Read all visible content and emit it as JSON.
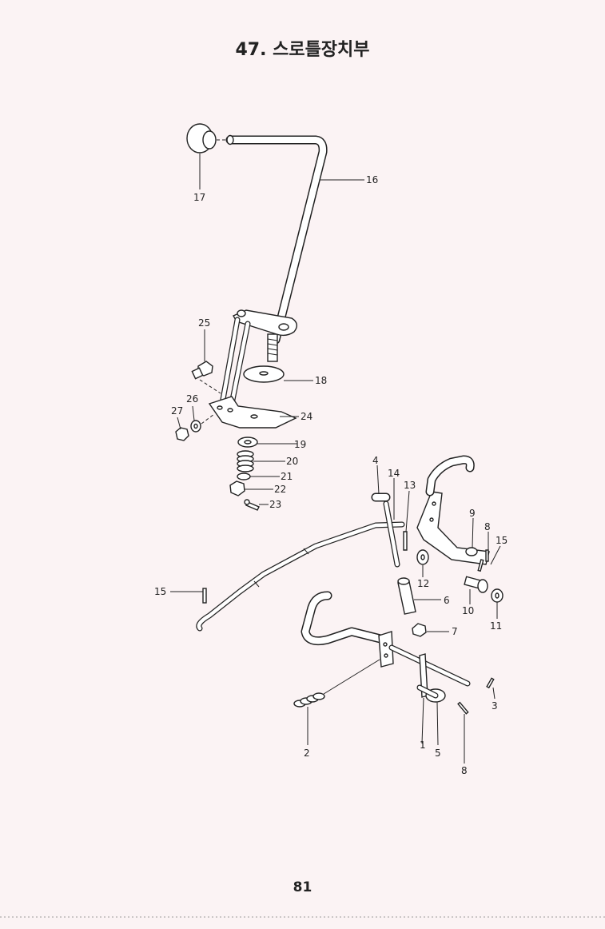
{
  "title": "47. 스로틀장치부",
  "page_number": "81",
  "callouts": {
    "c1": "1",
    "c2": "2",
    "c3": "3",
    "c4": "4",
    "c5": "5",
    "c6": "6",
    "c7": "7",
    "c8a": "8",
    "c8b": "8",
    "c9": "9",
    "c10": "10",
    "c11": "11",
    "c12": "12",
    "c13": "13",
    "c14": "14",
    "c15a": "15",
    "c15b": "15",
    "c16": "16",
    "c17": "17",
    "c18": "18",
    "c19": "19",
    "c20": "20",
    "c21": "21",
    "c22": "22",
    "c23": "23",
    "c24": "24",
    "c25": "25",
    "c26": "26",
    "c27": "27"
  }
}
